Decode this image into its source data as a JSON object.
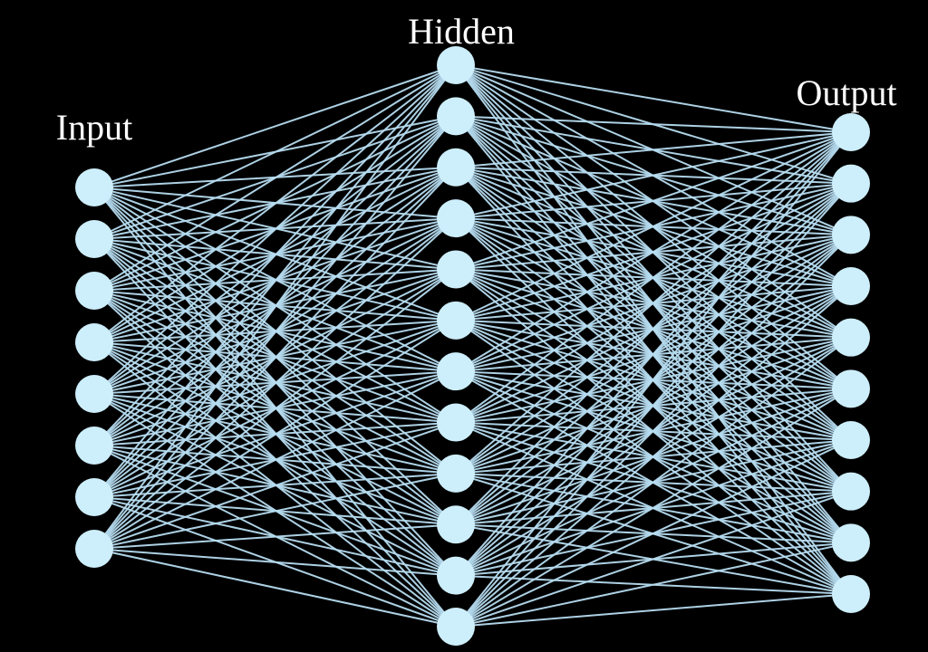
{
  "diagram": {
    "type": "fully-connected neural network",
    "background_color": "#000000",
    "node_color": "#cdeefb",
    "edge_color": "#b6dcf0",
    "label_color": "#ffffff",
    "layers": [
      {
        "id": "input",
        "label": "Input",
        "node_count": 8
      },
      {
        "id": "hidden",
        "label": "Hidden",
        "node_count": 12
      },
      {
        "id": "output",
        "label": "Output",
        "node_count": 10
      }
    ],
    "connections": [
      {
        "from": "input",
        "to": "hidden",
        "pattern": "all-to-all"
      },
      {
        "from": "hidden",
        "to": "output",
        "pattern": "all-to-all"
      }
    ]
  }
}
